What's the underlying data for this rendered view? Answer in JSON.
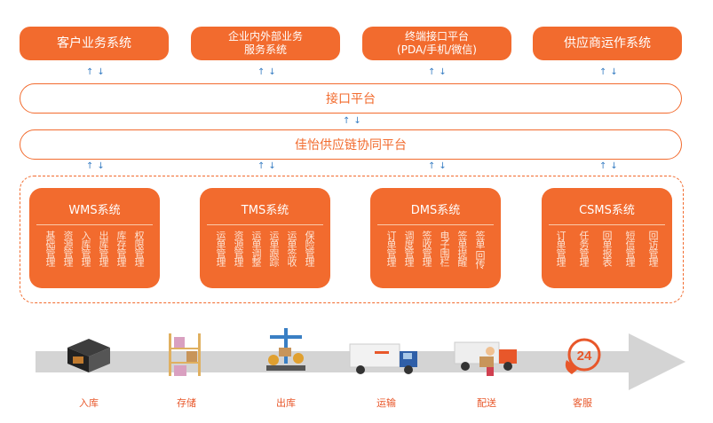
{
  "top_systems": [
    "客户业务系统",
    "企业内外部业务\n服务系统",
    "终端接口平台\n(PDA/手机/微信)",
    "供应商运作系统"
  ],
  "interface_platform": "接口平台",
  "supply_chain_platform": "佳怡供应链协同平台",
  "arrow_glyph": "↑↓",
  "systems": [
    {
      "title": "WMS系统",
      "items": [
        "基础管理",
        "资源管理",
        "入库管理",
        "出库管理",
        "库存管理",
        "权限管理"
      ]
    },
    {
      "title": "TMS系统",
      "items": [
        "运单管理",
        "资源管理",
        "运单调整",
        "运单跟踪",
        "运单签收",
        "保险管理"
      ]
    },
    {
      "title": "DMS系统",
      "items": [
        "订单管理",
        "调度管理",
        "签收管理",
        "电子围栏",
        "签单提醒",
        "签单 回传"
      ]
    },
    {
      "title": "CSMS系统",
      "items": [
        "订单管理",
        "任务管理",
        "回单报表",
        "短信管理",
        "回访管理"
      ]
    }
  ],
  "flow": [
    "入库",
    "存储",
    "出库",
    "运输",
    "配送",
    "客服"
  ],
  "clock_badge": "24",
  "colors": {
    "accent": "#F26B2E",
    "arrow": "#3a7fc4",
    "band": "#d4d4d4"
  }
}
